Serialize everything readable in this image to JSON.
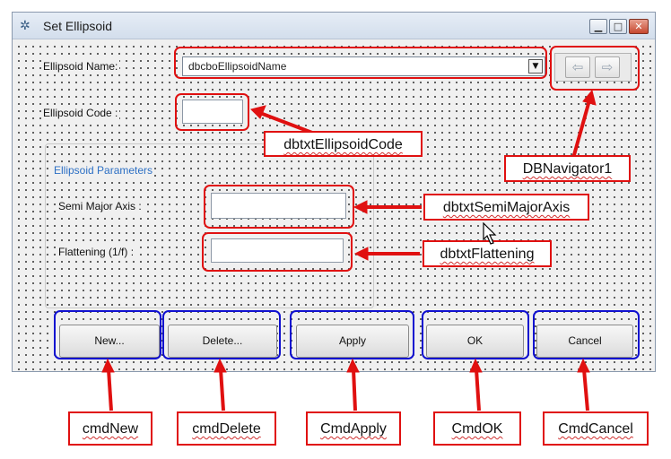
{
  "window": {
    "title": "Set Ellipsoid",
    "controls": {
      "minimize": "▁",
      "maximize": "□",
      "close": "✕"
    }
  },
  "form": {
    "ellipsoid_name_label": "Ellipsoid Name:",
    "ellipsoid_name_combo_value": "dbcboEllipsoidName",
    "ellipsoid_code_label": "Ellipsoid Code :",
    "ellipsoid_code_value": "",
    "navigator": {
      "prior": "⇦",
      "next": "⇨"
    },
    "group": {
      "title": "Ellipsoid Parameters",
      "semi_major_label": "Semi Major Axis :",
      "semi_major_value": "",
      "flattening_label": "Flattening (1/f) :",
      "flattening_value": ""
    },
    "buttons": {
      "new": "New...",
      "delete": "Delete...",
      "apply": "Apply",
      "ok": "OK",
      "cancel": "Cancel"
    }
  },
  "callouts": {
    "ellipsoid_code": "dbtxtEllipsoidCode",
    "navigator": "DBNavigator1",
    "semi_major": "dbtxtSemiMajorAxis",
    "flattening": "dbtxtFlattening",
    "new": "cmdNew",
    "delete": "cmdDelete",
    "apply": "CmdApply",
    "ok": "CmdOK",
    "cancel": "CmdCancel"
  },
  "colors": {
    "annotation_red": "#e01010",
    "annotation_blue": "#1010d0",
    "group_title": "#2c6fc4"
  }
}
